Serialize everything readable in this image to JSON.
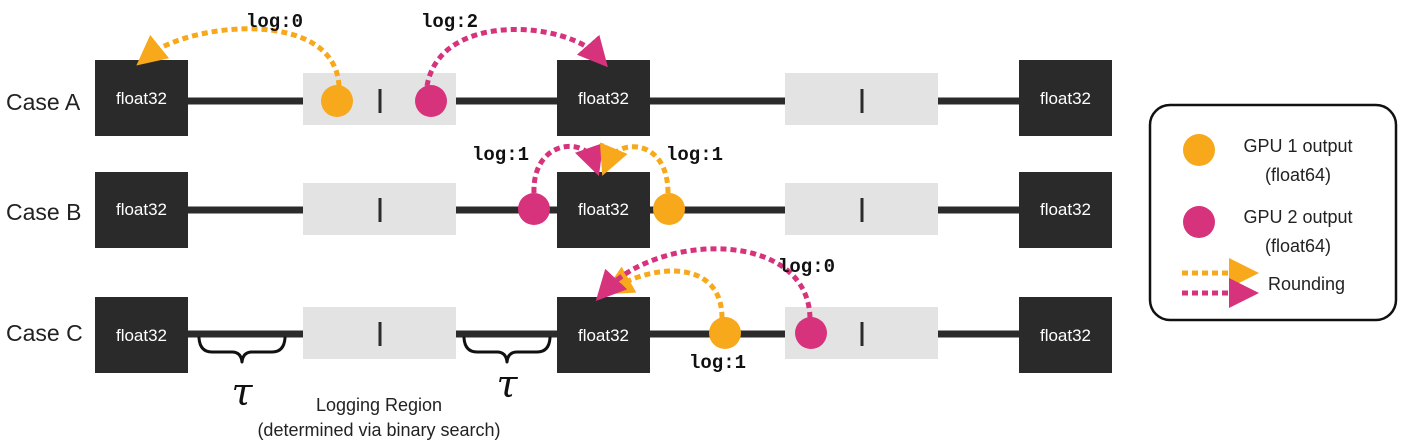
{
  "box_label": "float32",
  "cases": [
    {
      "label": "Case A"
    },
    {
      "label": "Case B"
    },
    {
      "label": "Case C"
    }
  ],
  "log_labels": {
    "case_a_gpu1": "log:0",
    "case_a_gpu2": "log:2",
    "case_b_gpu2": "log:1",
    "case_b_gpu1": "log:1",
    "case_c_gpu2": "log:0",
    "case_c_gpu1": "log:1"
  },
  "tau_symbol": "τ",
  "logging_region": {
    "line1": "Logging Region",
    "line2": "(determined via binary search)"
  },
  "legend": {
    "gpu1_line1": "GPU 1 output",
    "gpu1_line2": "(float64)",
    "gpu2_line1": "GPU 2 output",
    "gpu2_line2": "(float64)",
    "rounding": "Rounding"
  },
  "colors": {
    "gpu1": "#f7a81b",
    "gpu2": "#d7327c",
    "box": "#2a2a2a",
    "region": "#e3e3e3"
  }
}
